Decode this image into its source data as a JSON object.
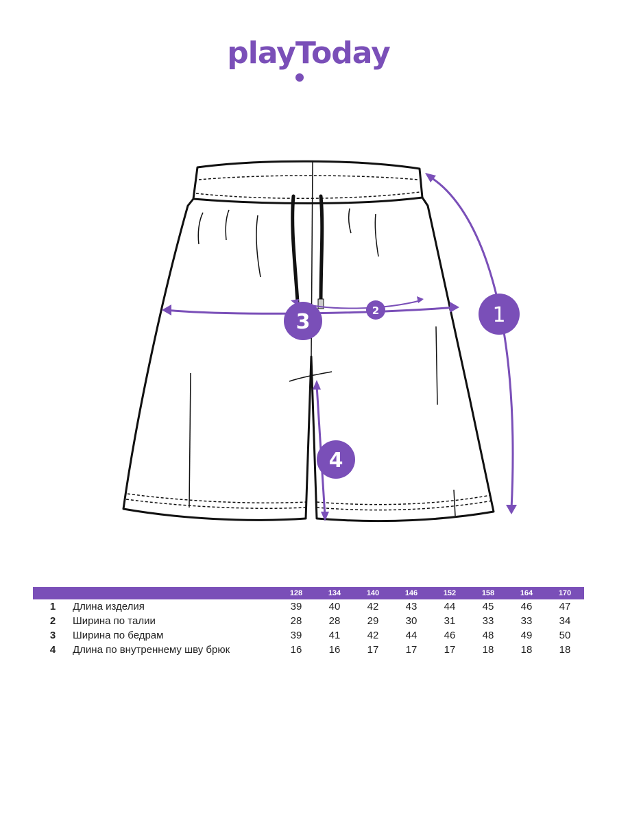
{
  "brand": {
    "logo_text": "playToday",
    "color": "#7a4fb8"
  },
  "diagram": {
    "item": "shorts",
    "markers": [
      "1",
      "2",
      "3",
      "4"
    ]
  },
  "size_table": {
    "sizes": [
      "128",
      "134",
      "140",
      "146",
      "152",
      "158",
      "164",
      "170"
    ],
    "rows": [
      {
        "num": "1",
        "name": "Длина изделия",
        "values": [
          "39",
          "40",
          "42",
          "43",
          "44",
          "45",
          "46",
          "47"
        ]
      },
      {
        "num": "2",
        "name": "Ширина по талии",
        "values": [
          "28",
          "28",
          "29",
          "30",
          "31",
          "33",
          "33",
          "34"
        ]
      },
      {
        "num": "3",
        "name": "Ширина по бедрам",
        "values": [
          "39",
          "41",
          "42",
          "44",
          "46",
          "48",
          "49",
          "50"
        ]
      },
      {
        "num": "4",
        "name": "Длина по внутреннему шву брюк",
        "values": [
          "16",
          "16",
          "17",
          "17",
          "17",
          "18",
          "18",
          "18"
        ]
      }
    ]
  }
}
